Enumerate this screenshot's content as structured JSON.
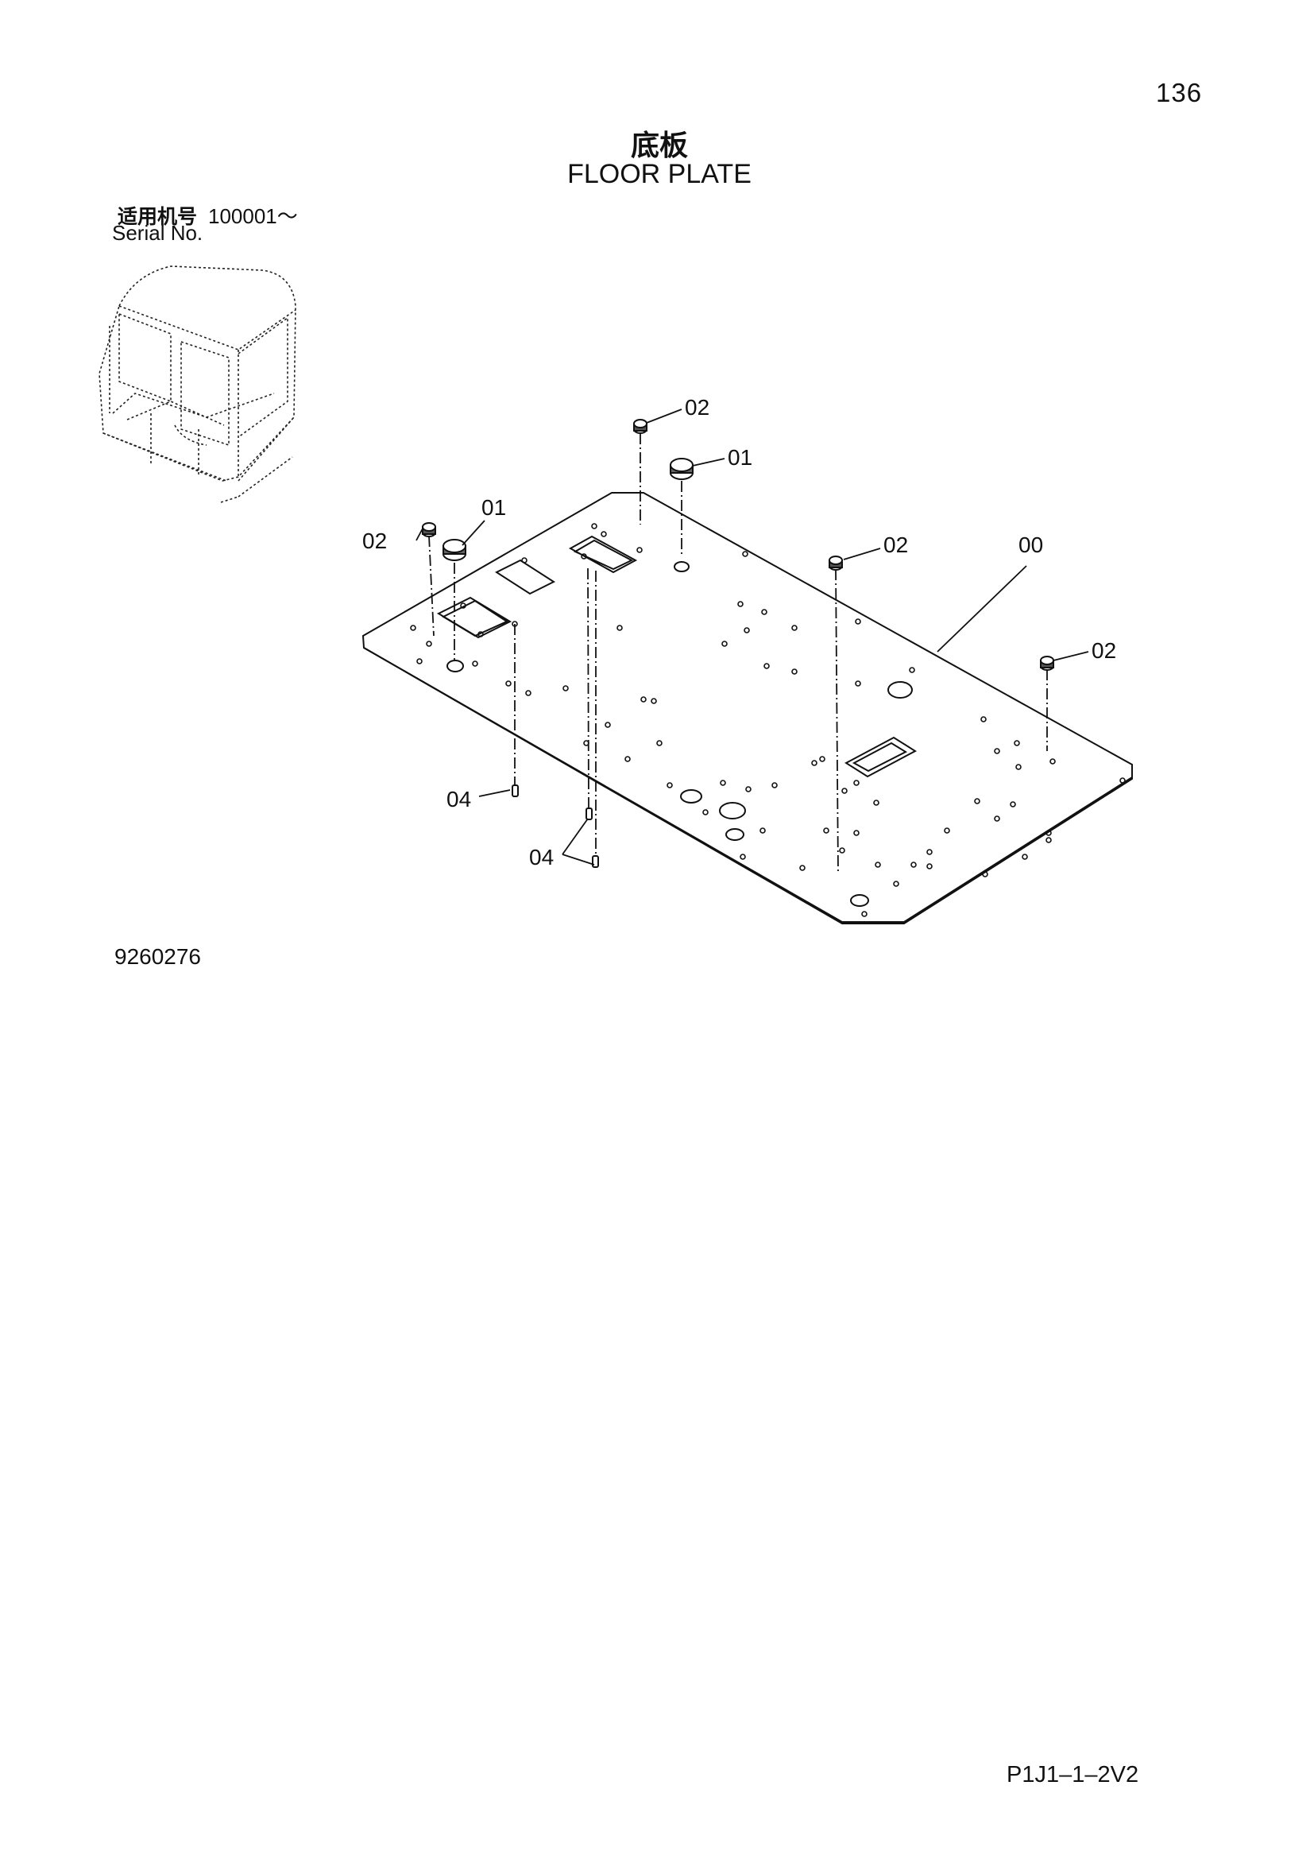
{
  "page_number": "136",
  "title_cn": "底板",
  "title_en": "FLOOR PLATE",
  "serial": {
    "label_cn": "适用机号",
    "range": "100001～",
    "label_en": "Serial No."
  },
  "callouts": {
    "floor_plate": "00",
    "cap_large": "01",
    "cap_small": "02",
    "bolt": "04"
  },
  "drawing_number": "9260276",
  "page_code": "P1J1–1–2V2"
}
